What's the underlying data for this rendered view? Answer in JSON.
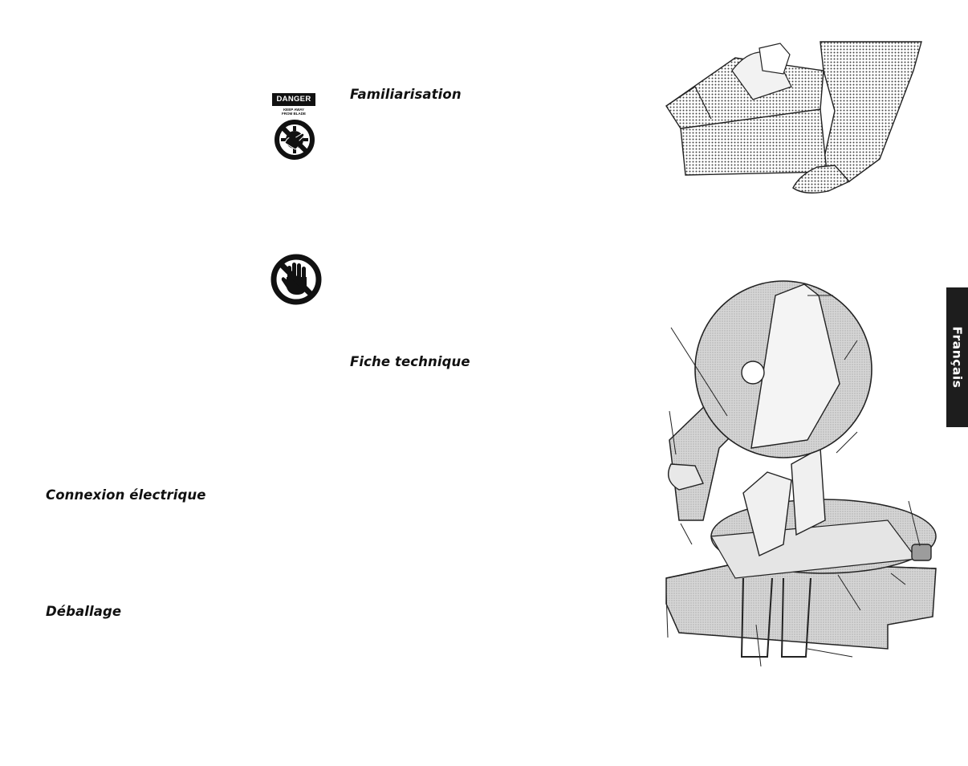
{
  "headings": {
    "familiarisation": "Familiarisation",
    "fiche_technique": "Fiche technique",
    "connexion_electrique": "Connexion électrique",
    "deballage": "Déballage"
  },
  "danger_sign": {
    "label": "DANGER",
    "subtext_line1": "KEEP AWAY",
    "subtext_line2": "FROM BLADE",
    "icon": "no-hands-near-blade-icon"
  },
  "warning_icon": "no-hand-icon",
  "language_tab": {
    "label": "Français"
  },
  "figures": {
    "unpacking_illustration": "box-lifting-illustration",
    "saw_illustration": "miter-saw-illustration"
  },
  "colors": {
    "text": "#111111",
    "tab_background": "#1d1d1d",
    "tab_text": "#ffffff"
  }
}
